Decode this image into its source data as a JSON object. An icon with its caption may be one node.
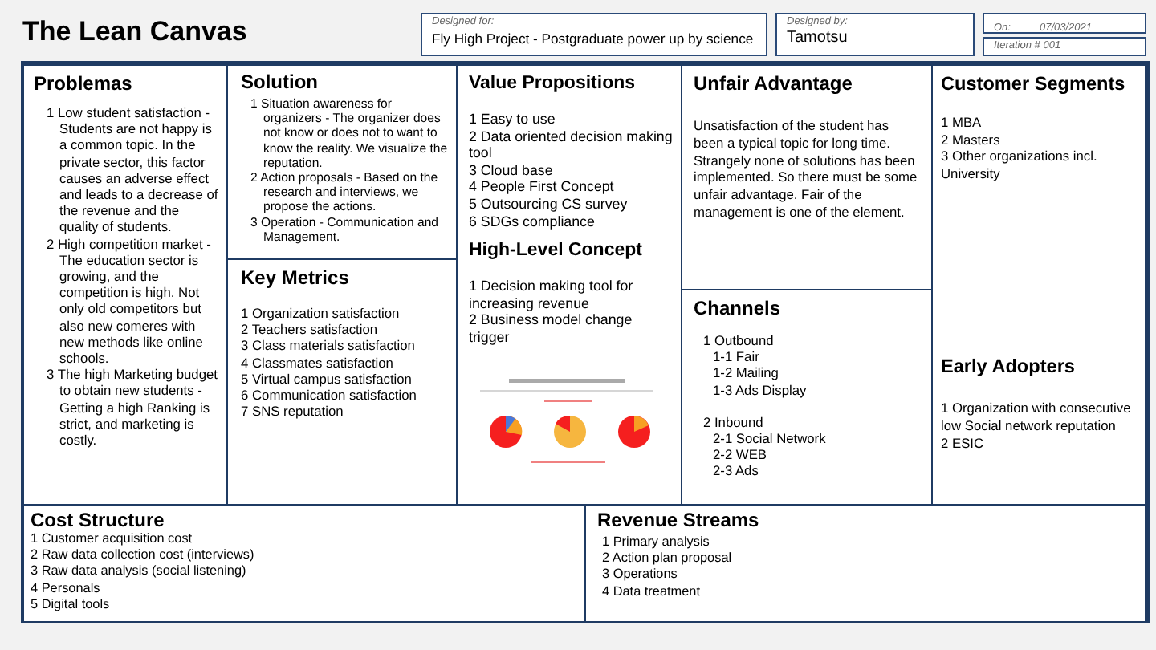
{
  "diagram": {
    "title": "The Lean Canvas",
    "nodes": [
      {
        "text": [
          "Designed for:",
          "Fly High Project - Postgraduate power up by science"
        ]
      },
      {
        "text": [
          "Designed by:",
          "Tamotsu"
        ]
      },
      {
        "text": [
          "On:",
          "07/03/2021"
        ]
      },
      {
        "text": [
          "Iteration # 001"
        ]
      },
      {
        "text": [
          "Problemas",
          "1 Low student satisfaction - Students are not happy is a common topic. In the private sector, this factor causes an adverse effect and leads to a decrease of the revenue and the quality of students.",
          "2 High competition market - The education sector is growing, and the competition is high. Not only old competitors but also new comeres with new methods like online schools.",
          "3 The high Marketing budget to obtain new students - Getting a high Ranking is strict, and marketing is costly."
        ]
      },
      {
        "text": [
          "Solution",
          "1 Situation awareness for organizers - The organizer does not know or does not to want to know the reality. We visualize the reputation.",
          "2 Action proposals - Based on the research and interviews, we propose the actions.",
          "3 Operation - Communication and Management."
        ]
      },
      {
        "text": [
          "Value Propositions",
          "1 Easy to use",
          "2 Data oriented decision making tool",
          "3 Cloud base",
          "4 People First Concept",
          "5 Outsourcing CS survey",
          "6 SDGs compliance",
          "High-Level Concept",
          "1 Decision making tool for increasing revenue",
          "2 Business model change trigger"
        ]
      },
      {
        "text": [
          "Unfair Advantage",
          "Unsatisfaction of the student has been a typical topic for long time. Strangely none of solutions has been implemented. So there must be some unfair advantage. Fair of the management is one of the element."
        ]
      },
      {
        "text": [
          "Customer Segments",
          "1 MBA",
          "2 Masters",
          "3 Other organizations incl. University",
          "Early Adopters",
          "1 Organization with consecutive low Social network reputation",
          "2 ESIC"
        ]
      },
      {
        "text": [
          "Key Metrics",
          "1 Organization satisfaction",
          "2 Teachers satisfaction",
          "3 Class materials satisfaction",
          "4 Classmates satisfaction",
          "5 Virtual campus satisfaction",
          "6 Communication satisfaction",
          "7 SNS reputation"
        ]
      },
      {
        "text": [
          "Channels",
          "1 Outbound",
          "1-1 Fair",
          "1-2 Mailing",
          "1-3 Ads Display",
          "2 Inbound",
          "2-1 Social Network",
          "2-2 WEB",
          "2-3 Ads"
        ]
      },
      {
        "text": [
          "Cost Structure",
          "1 Customer acquisition cost",
          "2 Raw data collection cost (interviews)",
          "3 Raw data analysis (social listening)",
          "4 Personals",
          "5 Digital tools"
        ]
      },
      {
        "text": [
          "Revenue Streams",
          "1 Primary analysis",
          "2 Action plan proposal",
          "3 Operations",
          "4 Data treatment"
        ]
      }
    ]
  }
}
